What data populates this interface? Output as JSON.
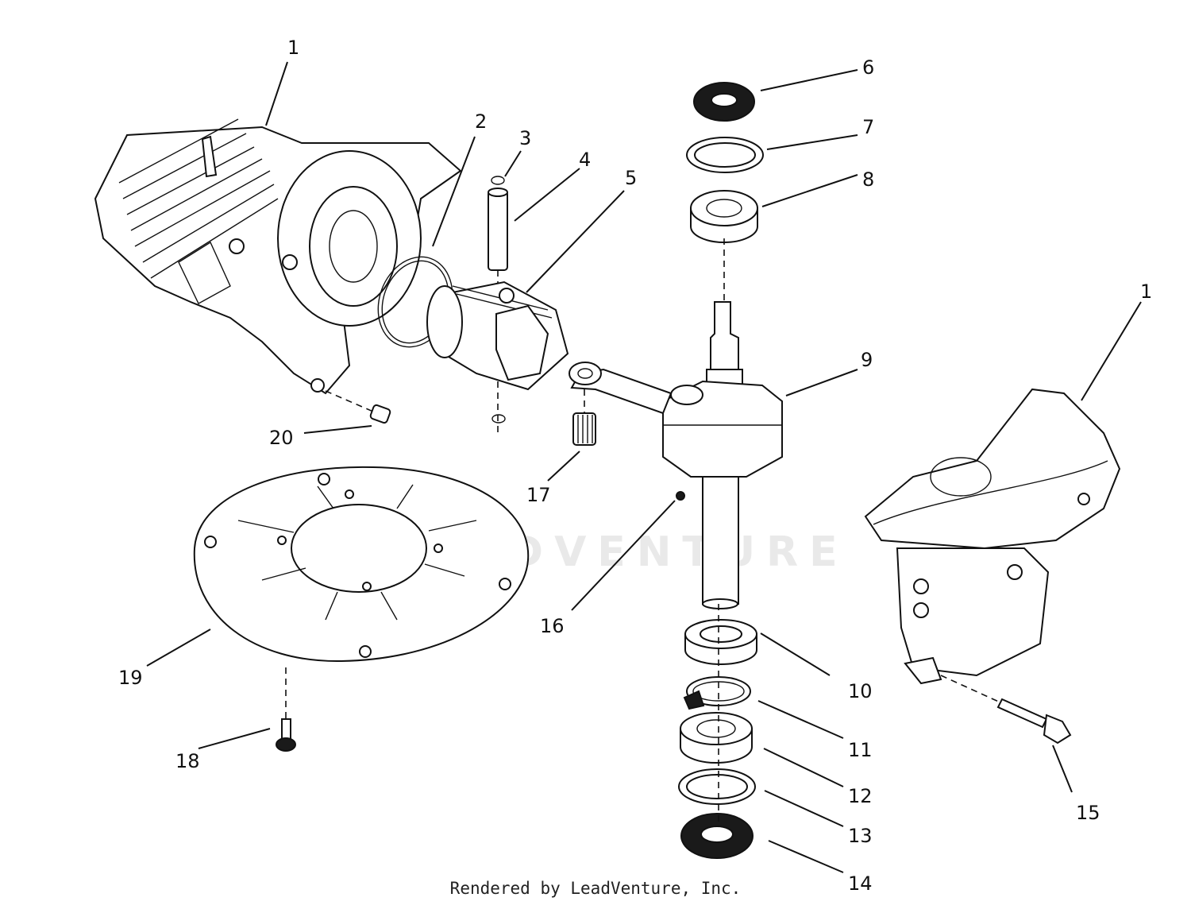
{
  "diagram": {
    "watermark": "LEADVENTURE",
    "footer": "Rendered by LeadVenture, Inc.",
    "callouts": [
      {
        "id": "c1a",
        "label": "1"
      },
      {
        "id": "c2",
        "label": "2"
      },
      {
        "id": "c3",
        "label": "3"
      },
      {
        "id": "c4",
        "label": "4"
      },
      {
        "id": "c5",
        "label": "5"
      },
      {
        "id": "c6",
        "label": "6"
      },
      {
        "id": "c7",
        "label": "7"
      },
      {
        "id": "c8",
        "label": "8"
      },
      {
        "id": "c9",
        "label": "9"
      },
      {
        "id": "c1b",
        "label": "1"
      },
      {
        "id": "c10",
        "label": "10"
      },
      {
        "id": "c11",
        "label": "11"
      },
      {
        "id": "c12",
        "label": "12"
      },
      {
        "id": "c13",
        "label": "13"
      },
      {
        "id": "c14",
        "label": "14"
      },
      {
        "id": "c15",
        "label": "15"
      },
      {
        "id": "c16",
        "label": "16"
      },
      {
        "id": "c17",
        "label": "17"
      },
      {
        "id": "c18",
        "label": "18"
      },
      {
        "id": "c19",
        "label": "19"
      },
      {
        "id": "c20",
        "label": "20"
      }
    ]
  }
}
